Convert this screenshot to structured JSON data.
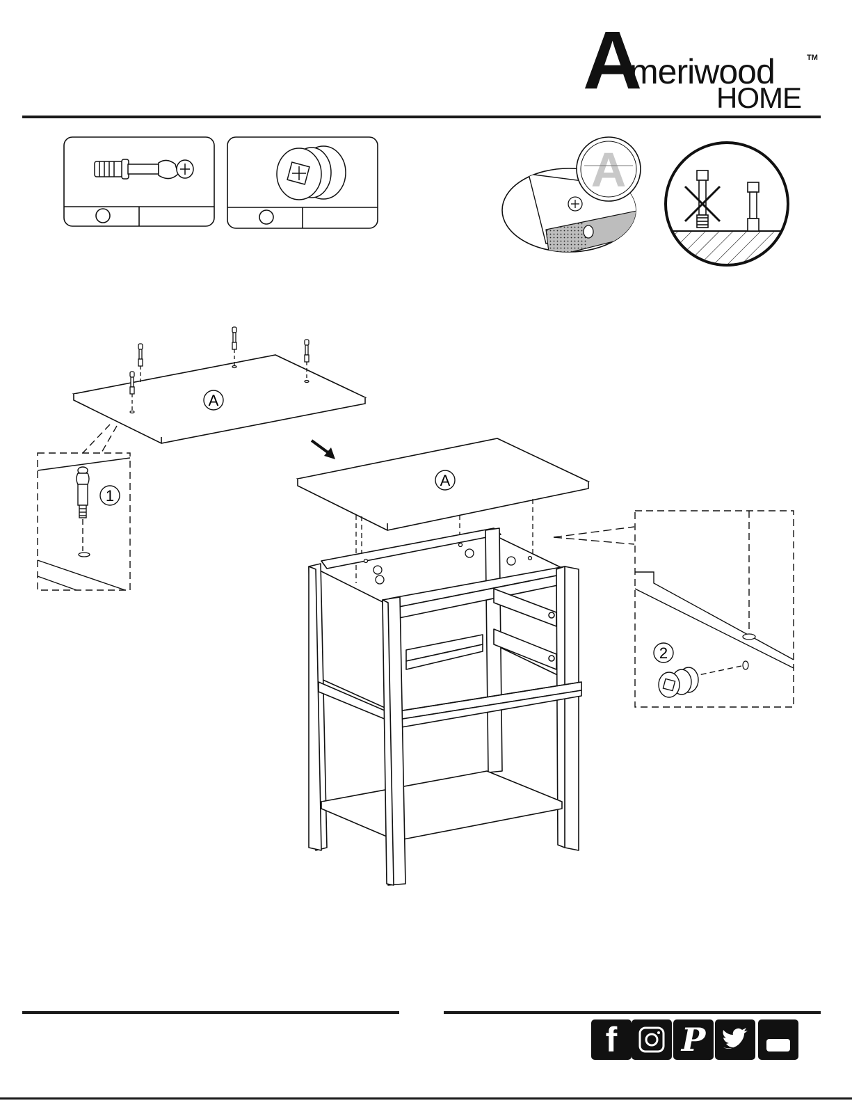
{
  "brand": {
    "logo_initial": "A",
    "logo_word": "meriwood",
    "logo_tm": "TM",
    "logo_sub": "HOME"
  },
  "parts": [
    {
      "name": "cam-bolt-icon"
    },
    {
      "name": "cam-lock-icon"
    }
  ],
  "diagram": {
    "panel_label": "A",
    "steps": [
      "1",
      "2"
    ]
  },
  "social": {
    "facebook": "f",
    "pinterest": "P",
    "icons": [
      "facebook-icon",
      "instagram-icon",
      "pinterest-icon",
      "twitter-icon",
      "youtube-icon"
    ]
  },
  "colors": {
    "ink": "#111111",
    "shade": "#9a9a9a",
    "light_shade": "#c8c8c8"
  }
}
